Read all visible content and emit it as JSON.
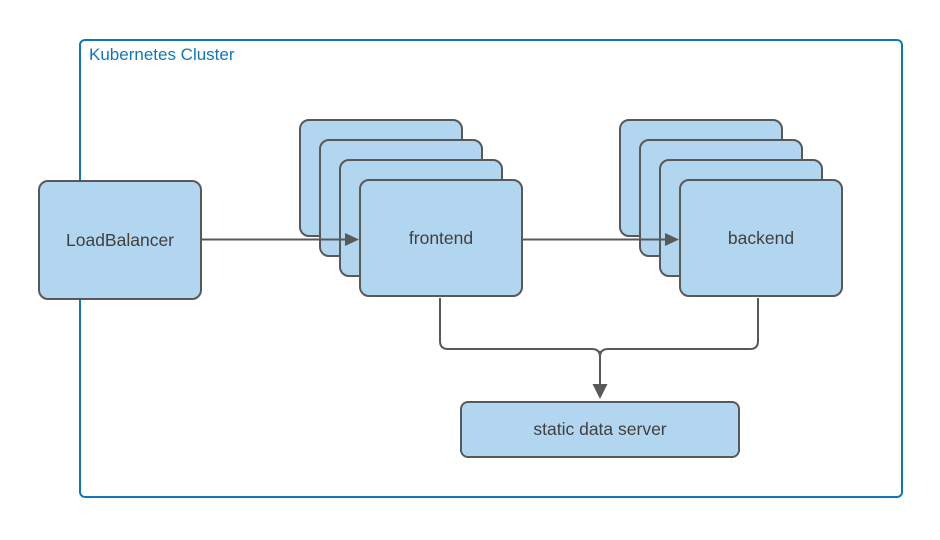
{
  "cluster": {
    "label": "Kubernetes Cluster"
  },
  "nodes": {
    "loadbalancer": {
      "label": "LoadBalancer",
      "replicas": 1
    },
    "frontend": {
      "label": "frontend",
      "replicas": 4
    },
    "backend": {
      "label": "backend",
      "replicas": 4
    },
    "static_data_server": {
      "label": "static data server",
      "replicas": 1
    }
  },
  "edges": [
    {
      "from": "LoadBalancer",
      "to": "frontend",
      "style": "arrow"
    },
    {
      "from": "frontend",
      "to": "backend",
      "style": "arrow"
    },
    {
      "from": "frontend",
      "to": "static data server",
      "style": "merged-arrow"
    },
    {
      "from": "backend",
      "to": "static data server",
      "style": "merged-arrow"
    }
  ],
  "colors": {
    "cluster_border": "#1276bb",
    "cluster_label": "#1276bb",
    "node_fill": "#b2d6f0",
    "node_border": "#595959",
    "node_text": "#404040",
    "edge": "#595959",
    "background": "#ffffff"
  }
}
